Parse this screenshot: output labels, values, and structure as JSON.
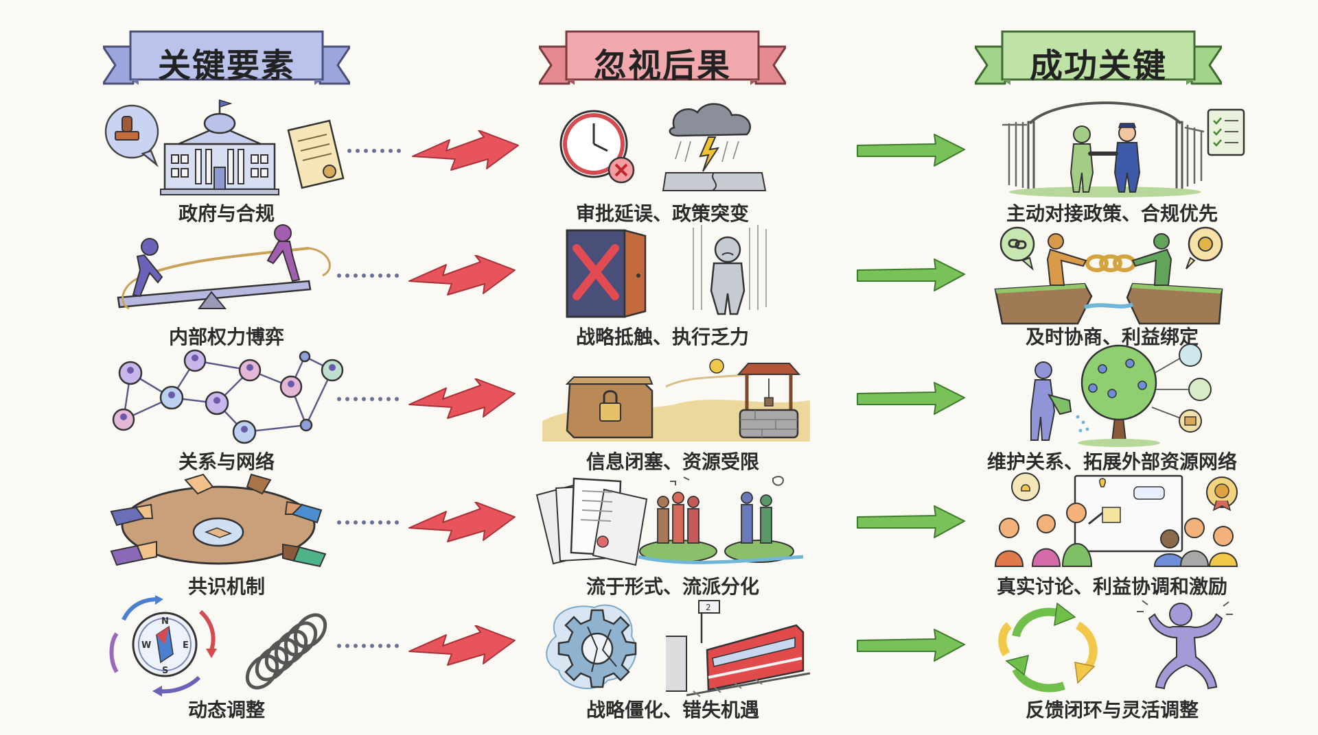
{
  "headers": {
    "col1": "关键要素",
    "col2": "忽视后果",
    "col3": "成功关键"
  },
  "rows": [
    {
      "element": "政府与合规",
      "consequence": "审批延误、政策突变",
      "success": "主动对接政策、合规优先"
    },
    {
      "element": "内部权力博弈",
      "consequence": "战略抵触、执行乏力",
      "success": "及时协商、利益绑定"
    },
    {
      "element": "关系与网络",
      "consequence": "信息闭塞、资源受限",
      "success": "维护关系、拓展外部资源网络"
    },
    {
      "element": "共识机制",
      "consequence": "流于形式、流派分化",
      "success": "真实讨论、利益协调和激励"
    },
    {
      "element": "动态调整",
      "consequence": "战略僵化、错失机遇",
      "success": "反馈闭环与灵活调整"
    }
  ],
  "icons": {
    "row1": {
      "element": "government-building-icon",
      "consequence_a": "clock-delay-icon",
      "consequence_b": "storm-cloud-icon",
      "success": "open-gate-handshake-icon"
    },
    "row2": {
      "element": "tug-of-war-seesaw-icon",
      "consequence_a": "blocked-door-icon",
      "consequence_b": "tired-person-rain-icon",
      "success": "bridge-chain-handshake-icon"
    },
    "row3": {
      "element": "people-network-icon",
      "consequence_a": "locked-box-desert-icon",
      "consequence_b": "well-icon",
      "success": "watering-tree-icon"
    },
    "row4": {
      "element": "round-table-hands-icon",
      "consequence_a": "paper-stack-icon",
      "consequence_b": "split-groups-islands-icon",
      "success": "team-discussion-board-icon"
    },
    "row5": {
      "element": "compass-spring-icon",
      "consequence_a": "frozen-gear-icon",
      "consequence_b": "missed-train-icon",
      "success": "feedback-loop-flexible-person-icon"
    }
  },
  "colors": {
    "banner_blue": "#b9c3ec",
    "banner_red": "#f2a9ae",
    "banner_green": "#bfe3a6",
    "zigzag_red": "#e8545c",
    "arrow_green": "#79c25a"
  }
}
